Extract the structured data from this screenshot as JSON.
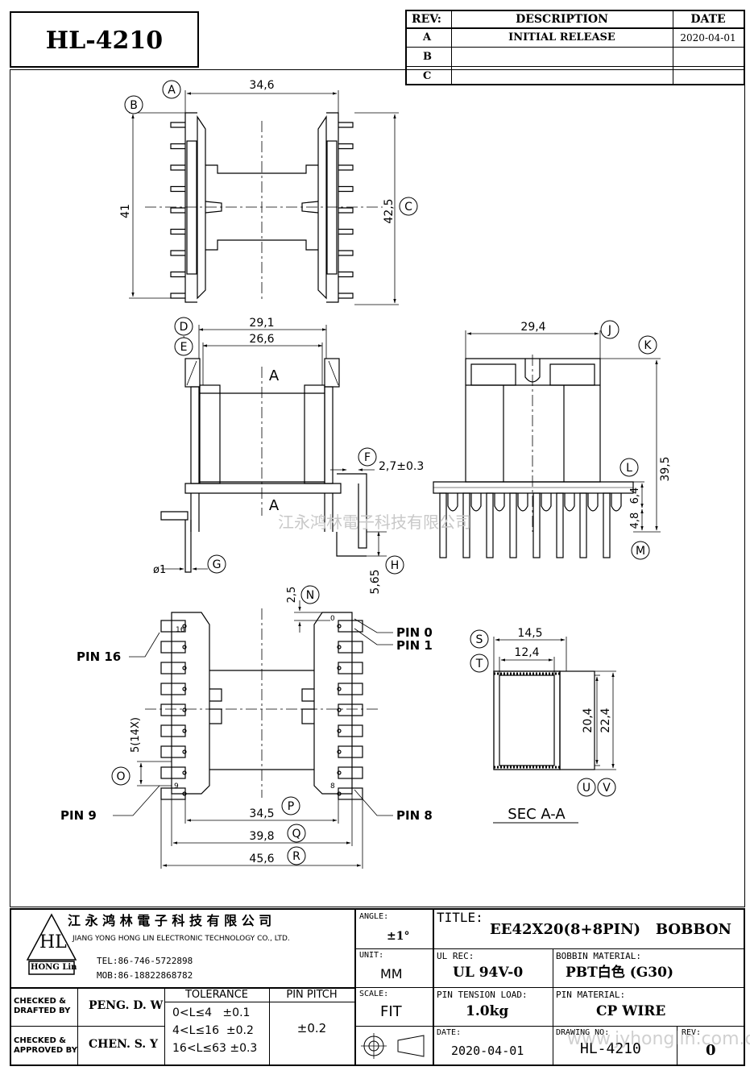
{
  "part_number": "HL-4210",
  "revision_table": {
    "headers": {
      "rev": "REV:",
      "description": "DESCRIPTION",
      "date": "DATE"
    },
    "rows": [
      {
        "rev": "A",
        "description": "INITIAL  RELEASE",
        "date": "2020-04-01"
      },
      {
        "rev": "B",
        "description": "",
        "date": ""
      },
      {
        "rev": "C",
        "description": "",
        "date": ""
      }
    ]
  },
  "top_view": {
    "width": "34,6",
    "height_left": "41",
    "height_right": "42,5",
    "callout_a": "A",
    "callout_b": "B",
    "callout_c": "C"
  },
  "front_view": {
    "outer_width": "29,1",
    "inner_width": "26,6",
    "pin_offset": "2,7±0.3",
    "pin_diameter": "ø1",
    "pin_length": "5,65",
    "section_mark": "A",
    "callout_d": "D",
    "callout_e": "E",
    "callout_f": "F",
    "callout_g": "G",
    "callout_h": "H"
  },
  "side_view": {
    "width": "29,4",
    "height": "39,5",
    "dim_l": "6,4",
    "dim_m": "4,8",
    "callout_j": "J",
    "callout_k": "K",
    "callout_l": "L",
    "callout_m": "M"
  },
  "bottom_view": {
    "pin_gap": "2,5",
    "pin_pitch": "5(14X)",
    "dim_p": "34,5",
    "dim_q": "39,8",
    "dim_r": "45,6",
    "pin_0": "PIN 0",
    "pin_1": "PIN 1",
    "pin_16": "PIN 16",
    "pin_9": "PIN 9",
    "pin_8": "PIN 8",
    "pin_label_16": "16",
    "pin_label_9": "9",
    "pin_label_8": "8",
    "pin_label_0": "0",
    "callout_n": "N",
    "callout_o": "O",
    "callout_p": "P",
    "callout_q": "Q",
    "callout_r": "R"
  },
  "section_view": {
    "outer_width": "14,5",
    "inner_width": "12,4",
    "inner_height": "20,4",
    "outer_height": "22,4",
    "label": "SEC  A-A",
    "callout_s": "S",
    "callout_t": "T",
    "callout_u": "U",
    "callout_v": "V"
  },
  "watermark": "江永鸿林電子科技有限公司",
  "title_block": {
    "company_cn": "江 永 鸿 林 電 子 科 技 有 限 公 司",
    "company_en": "JIANG YONG HONG LIN ELECTRONIC TECHNOLOGY CO., LTD.",
    "logo_text": "HL",
    "logo_caption": "HONG Lin",
    "tel": "TEL:86-746-5722898",
    "mob": "MOB:86-18822868782",
    "angle_label": "ANGLE:",
    "angle_value": "±1°",
    "title_label": "TITLE:",
    "title_value": "EE42X20(8+8PIN)   BOBBON",
    "unit_label": "UNIT:",
    "unit_value": "MM",
    "ul_label": "UL REC:",
    "ul_value": "UL 94V-0",
    "bobbin_label": "BOBBIN MATERIAL:",
    "bobbin_value": "PBT白色 (G30)",
    "checked_drafted_label": "CHECKED &\nDRAFTED BY",
    "drafted_by": "PENG. D. W",
    "checked_approved_label": "CHECKED &\nAPPROVED BY",
    "approved_by": "CHEN. S. Y",
    "tolerance_label": "TOLERANCE",
    "tolerance_rows": [
      "0<L≤4   ±0.1",
      "4<L≤16  ±0.2",
      "16<L≤63 ±0.3"
    ],
    "pin_pitch_label": "PIN PITCH",
    "pin_pitch_value": "±0.2",
    "scale_label": "SCALE:",
    "scale_value": "FIT",
    "pin_tension_label": "PIN TENSION LOAD:",
    "pin_tension_value": "1.0kg",
    "pin_material_label": "PIN MATERIAL:",
    "pin_material_value": "CP WIRE",
    "date_label": "DATE:",
    "date_value": "2020-04-01",
    "drawing_no_label": "DRAWING NO:",
    "drawing_no_value": "HL-4210",
    "rev_label": "REV:",
    "rev_value": "0",
    "website": "www.jyhonglin.com.cn"
  }
}
